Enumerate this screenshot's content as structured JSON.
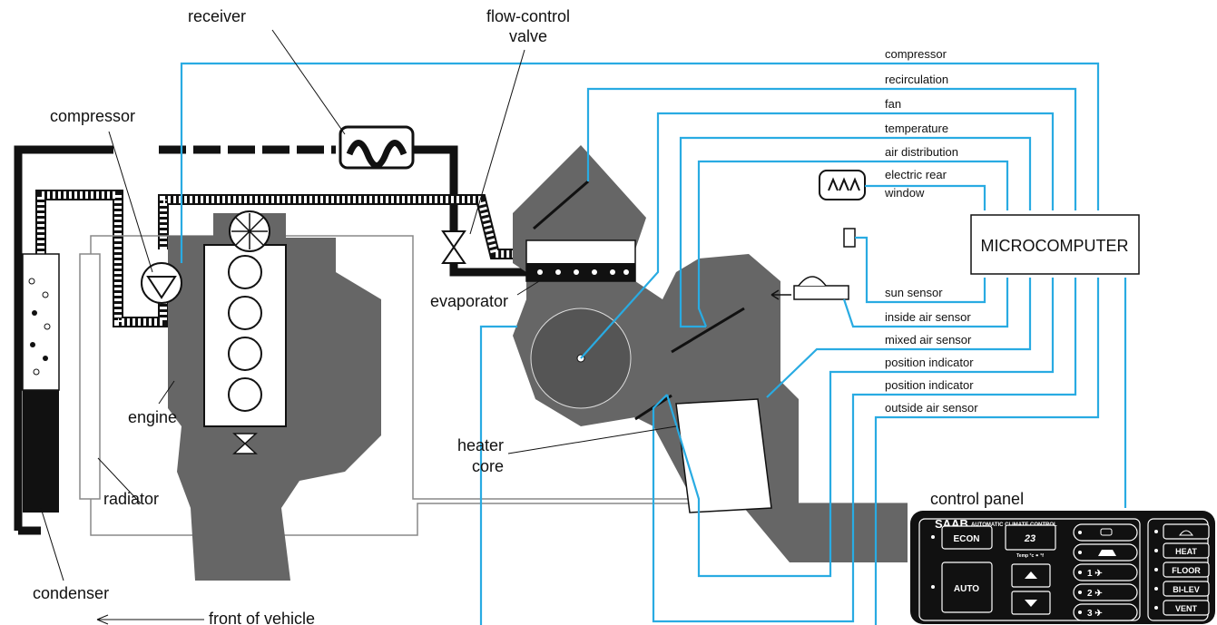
{
  "labels": {
    "receiver": "receiver",
    "flow_control_1": "flow-control",
    "flow_control_2": "valve",
    "compressor": "compressor",
    "evaporator": "evaporator",
    "engine": "engine",
    "heater_core_1": "heater",
    "heater_core_2": "core",
    "radiator": "radiator",
    "condenser": "condenser",
    "front_of_vehicle": "front of vehicle",
    "control_panel": "control panel",
    "microcomputer": "MICROCOMPUTER"
  },
  "signals_top": [
    "compressor",
    "recirculation",
    "fan",
    "temperature",
    "air distribution",
    "electric rear",
    "window"
  ],
  "signals_bottom": [
    "sun sensor",
    "inside air sensor",
    "mixed air sensor",
    "position indicator",
    "position indicator",
    "outside air sensor"
  ],
  "panel": {
    "brand": "SAAB",
    "subtitle": "AUTOMATIC CLIMATE CONTROL",
    "econ": "ECON",
    "auto": "AUTO",
    "display": "23",
    "temp_label": "Temp  °c ⚭ °f",
    "speed_buttons": [
      "1 ✈",
      "2 ✈",
      "3 ✈"
    ],
    "mode_buttons": [
      "HEAT",
      "FLOOR",
      "BI-LEV",
      "VENT"
    ]
  },
  "colors": {
    "wire": "#29abe2",
    "engine": "#666666",
    "panel": "#111111"
  }
}
